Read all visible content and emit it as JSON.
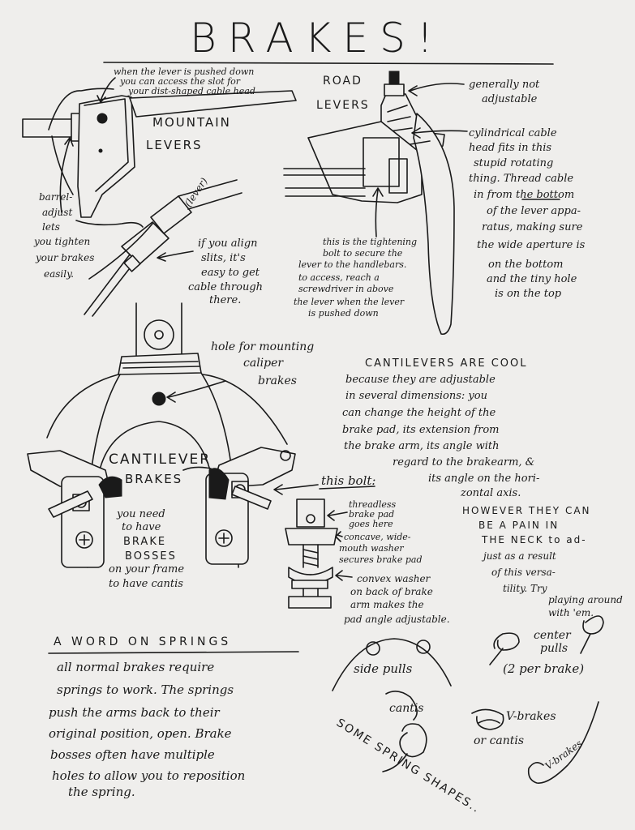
{
  "title": "BRAKES!",
  "mountain": {
    "label_l1": "MOUNTAIN",
    "label_l2": "LEVERS",
    "note_slot": [
      "when the lever is pushed down",
      "you can access the slot for",
      "your dist-shaped cable head"
    ],
    "note_barrel": [
      "barrel-",
      "adjust",
      "lets",
      "you tighten",
      "your brakes",
      "easily."
    ],
    "cable_label": "(lever)",
    "note_slits": [
      "if you align",
      "slits, it's",
      "easy to get",
      "cable through",
      "there."
    ]
  },
  "road": {
    "label_l1": "ROAD",
    "label_l2": "LEVERS",
    "note_adjustable": [
      "generally not",
      "adjustable"
    ],
    "note_cable_head": [
      "cylindrical cable",
      "head fits in this",
      "stupid rotating",
      "thing. Thread cable",
      "in from the bottom",
      "of the lever appa-",
      "ratus, making sure",
      "the wide aperture is",
      "on the bottom",
      "and the tiny hole",
      "is on the top"
    ],
    "note_bolt": [
      "this is the tightening",
      "bolt to secure the",
      "lever to the handlebars.",
      "to access, reach a",
      "screwdriver in above",
      "the lever when the lever",
      "is pushed down"
    ]
  },
  "cantilever": {
    "note_hole": [
      "hole for mounting",
      "caliper",
      "brakes"
    ],
    "label_l1": "CANTILEVER",
    "label_l2": "BRAKES",
    "note_bosses": [
      "you need",
      "to have",
      "BRAKE",
      "BOSSES",
      "on your frame",
      "to have cantis"
    ],
    "cool_heading": "CANTILEVERS ARE COOL",
    "cool_text": [
      "because they are adjustable",
      "in several dimensions: you",
      "can change the height of the",
      "brake pad, its extension from",
      "the brake arm, its angle with",
      "regard to the brakearm, &",
      "its angle on the hori-",
      "zontal axis."
    ],
    "however": [
      "HOWEVER THEY CAN",
      "BE A PAIN IN",
      "THE NECK to ad-",
      "just as a result",
      "of this versa-",
      "tility. Try",
      "playing around",
      "with 'em."
    ],
    "bolt_label": "this bolt:",
    "bolt_notes": {
      "threadless": [
        "threadless",
        "brake pad",
        "goes here"
      ],
      "concave": [
        "concave, wide-",
        "mouth washer",
        "secures brake pad"
      ],
      "convex": [
        "convex washer",
        "on back of brake",
        "arm makes the",
        "pad angle adjustable."
      ]
    }
  },
  "springs": {
    "heading": "A WORD ON SPRINGS",
    "text": [
      "all normal brakes require",
      "springs to work. The springs",
      "push the arms back to their",
      "original position, open. Brake",
      "bosses often have multiple",
      "holes to allow you to reposition",
      "the spring."
    ],
    "side_pulls": "side pulls",
    "center_pulls": [
      "center",
      "pulls"
    ],
    "per_brake": "(2 per brake)",
    "cantis": "cantis",
    "v_brakes": [
      "V-brakes",
      "or cantis"
    ],
    "v_brakes2": "V-brakes",
    "shapes_label": "SOME SPRING SHAPES.."
  }
}
